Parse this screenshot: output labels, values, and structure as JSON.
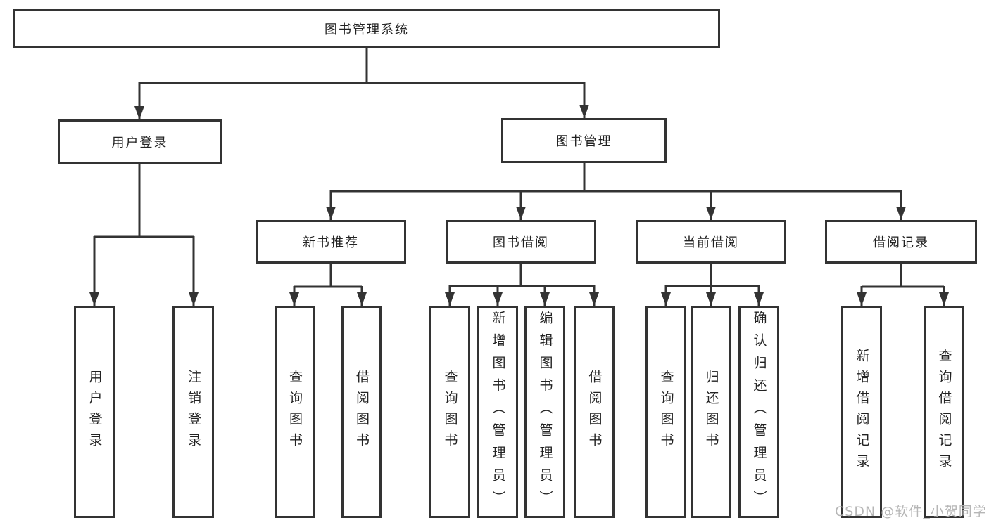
{
  "diagram": {
    "root": {
      "label": "图书管理系统"
    },
    "level2": [
      {
        "id": "user-login",
        "label": "用户登录"
      },
      {
        "id": "book-management",
        "label": "图书管理"
      }
    ],
    "level3": [
      {
        "id": "new-book-recommend",
        "label": "新书推荐"
      },
      {
        "id": "book-borrowing",
        "label": "图书借阅"
      },
      {
        "id": "current-borrowing",
        "label": "当前借阅"
      },
      {
        "id": "borrowing-records",
        "label": "借阅记录"
      }
    ],
    "leaves": [
      {
        "id": "user-login-leaf",
        "label": "用户登录"
      },
      {
        "id": "logout-leaf",
        "label": "注销登录"
      },
      {
        "id": "query-books-recommend",
        "label": "查询图书"
      },
      {
        "id": "borrow-books-recommend",
        "label": "借阅图书"
      },
      {
        "id": "query-books-borrowing",
        "label": "查询图书"
      },
      {
        "id": "add-books-admin",
        "label": "新增图书（管理员）"
      },
      {
        "id": "edit-books-admin",
        "label": "编辑图书（管理员）"
      },
      {
        "id": "borrow-books-borrowing",
        "label": "借阅图书"
      },
      {
        "id": "query-books-current",
        "label": "查询图书"
      },
      {
        "id": "return-books",
        "label": "归还图书"
      },
      {
        "id": "confirm-return-admin",
        "label": "确认归还（管理员）"
      },
      {
        "id": "add-borrow-record",
        "label": "新增借阅记录"
      },
      {
        "id": "query-borrow-record",
        "label": "查询借阅记录"
      }
    ]
  },
  "watermark": {
    "text": "CSDN @软件_小贺同学"
  },
  "colors": {
    "line": "#333333",
    "border": "#333333",
    "text": "#222222",
    "watermark": "#b3b3b3",
    "background": "#ffffff"
  }
}
